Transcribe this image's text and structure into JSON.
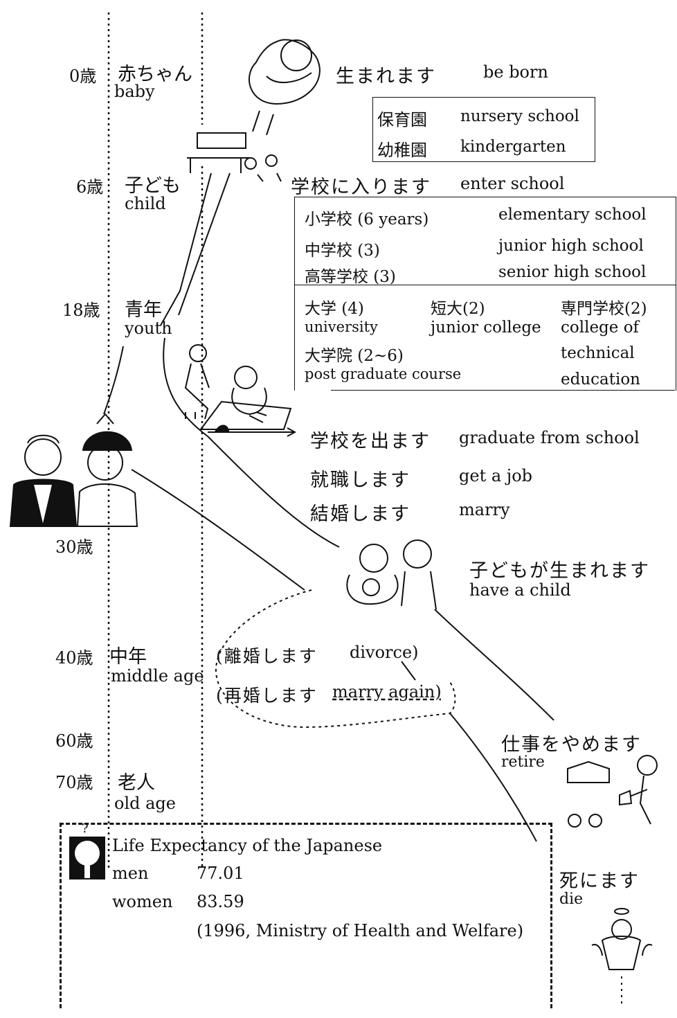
{
  "ages": [
    {
      "label": "0歳"
    },
    {
      "label": "6歳"
    },
    {
      "label": "18歳"
    },
    {
      "label": "30歳"
    },
    {
      "label": "40歳"
    },
    {
      "label": "60歳"
    },
    {
      "label": "70歳"
    },
    {
      "label": "?"
    }
  ],
  "stages": {
    "baby": {
      "jp": "赤ちゃん",
      "en": "baby"
    },
    "child": {
      "jp": "子ども",
      "en": "child"
    },
    "youth": {
      "jp": "青年",
      "en": "youth"
    },
    "middle_age": {
      "jp": "中年",
      "en": "middle age"
    },
    "old_age": {
      "jp": "老人",
      "en": "old age"
    }
  },
  "events": {
    "born": {
      "jp": "生まれます",
      "en": "be born"
    },
    "enter_school": {
      "jp": "学校に入ります",
      "en": "enter school"
    },
    "graduate": {
      "jp": "学校を出ます",
      "en": "graduate from school"
    },
    "job": {
      "jp": "就職します",
      "en": "get a job"
    },
    "marry": {
      "jp": "結婚します",
      "en": "marry"
    },
    "have_child": {
      "jp": "子どもが生まれます",
      "en": "have a child"
    },
    "divorce": {
      "jp": "(離婚します",
      "en": "divorce)"
    },
    "remarry": {
      "jp": "(再婚します",
      "en": "marry again)"
    },
    "retire": {
      "jp": "仕事をやめます",
      "en": "retire"
    },
    "die": {
      "jp": "死にます",
      "en": "die"
    }
  },
  "preschool": [
    {
      "jp": "保育園",
      "en": "nursery school"
    },
    {
      "jp": "幼稚園",
      "en": "kindergarten"
    }
  ],
  "schools": [
    {
      "jp": "小学校 (6 years)",
      "en": "elementary school"
    },
    {
      "jp": "中学校 (3)",
      "en": "junior high school"
    },
    {
      "jp": "高等学校 (3)",
      "en": "senior high school"
    }
  ],
  "higher_ed": {
    "university": {
      "jp": "大学 (4)",
      "en": "university"
    },
    "junior_college": {
      "jp": "短大(2)",
      "en": "junior college"
    },
    "technical": {
      "jp": "専門学校(2)",
      "en_lines": [
        "college of",
        "technical",
        "education"
      ]
    },
    "graduate_school": {
      "jp": "大学院 (2~6)",
      "en": "post graduate course"
    }
  },
  "life_expectancy": {
    "title": "Life Expectancy of the Japanese",
    "men_label": "men",
    "men_value": "77.01",
    "women_label": "women",
    "women_value": "83.59",
    "source": "(1996, Ministry of Health and Welfare)"
  }
}
